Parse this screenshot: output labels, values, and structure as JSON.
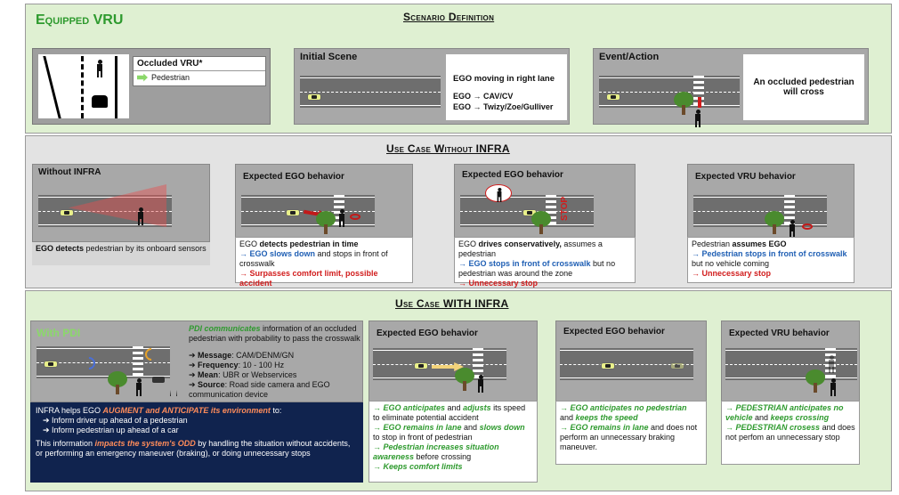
{
  "top": {
    "title": "Equipped VRU",
    "scenario_title": "Scenario Definition",
    "legend_title": "Occluded VRU*",
    "legend_item": "Pedestrian",
    "initial_scene_title": "Initial Scene",
    "initial_scene_text1": "EGO moving in right lane",
    "initial_scene_text2": "EGO → CAV/CV",
    "initial_scene_text3": "EGO → Twizy/Zoe/Gulliver",
    "event_title": "Event/Action",
    "event_text": "An occluded pedestrian will cross"
  },
  "without": {
    "section_title": "Use Case Without INFRA",
    "card1_title": "Without INFRA",
    "card1_text_b": "EGO detects",
    "card1_text_r": " pedestrian by its onboard sensors",
    "card2_title": "Expected EGO behavior",
    "card2_line1_a": "EGO ",
    "card2_line1_b": "detects pedestrian in time",
    "card2_line2_b": "EGO slows down",
    "card2_line2_r": " and stops in front of crosswalk",
    "card2_line3": "Surpasses comfort limit, possible accident",
    "card3_title": "Expected EGO behavior",
    "card3_line1_a": "EGO ",
    "card3_line1_b": "drives conservatively,",
    "card3_line1_c": " assumes a pedestrian",
    "card3_line2_b": "EGO stops in front of crosswalk",
    "card3_line2_r": " but no pedestrian was around the zone",
    "card3_line3": "Unnecessary stop",
    "card4_title": "Expected VRU behavior",
    "card4_line1_a": "Pedestrian ",
    "card4_line1_b": "assumes EGO",
    "card4_line2_b": "Pedestrian stops in front of crosswalk",
    "card4_line2_r": " but no vehicle coming",
    "card4_line3": "Unnecessary stop",
    "stop_sign": "STOP"
  },
  "with": {
    "section_title": "Use Case WITH INFRA",
    "pdi_title": "With PDI",
    "pdi_desc_g": "PDI communicates",
    "pdi_desc_r": " information of an occluded pedestrian with probability to pass the crosswalk",
    "bullets": [
      {
        "label": "Message",
        "value": ": CAM/DENM/GN"
      },
      {
        "label": "Frequency",
        "value": ": 10 - 100 Hz"
      },
      {
        "label": "Mean",
        "value": ": UBR or Webservices"
      },
      {
        "label": "Source",
        "value": ": Road side camera and EGO communication device"
      }
    ],
    "dark_line1_a": "INFRA helps EGO ",
    "dark_line1_b": "AUGMENT and ANTICIPATE its environment",
    "dark_line1_c": " to:",
    "dark_bullet1": "Inform driver up ahead of a pedestrian",
    "dark_bullet2": "Inform pedestrian up ahead of a car",
    "dark_line2_a": "This information ",
    "dark_line2_b": "impacts the system's ODD",
    "dark_line2_c": " by handling the situation without accidents, or performing an emergency maneuver (braking), or doing unnecessary stops",
    "card2_title": "Expected EGO behavior",
    "c2_l1_g": "EGO anticipates",
    "c2_l1_r": " and ",
    "c2_l1_g2": "adjusts",
    "c2_l1_r2": " its speed to eliminate potential accident",
    "c2_l2_g": "EGO remains in lane",
    "c2_l2_r": " and ",
    "c2_l2_g2": "slows down",
    "c2_l2_r2": " to stop in front of pedestrian",
    "c2_l3_g": "Pedestrian increases situation awareness",
    "c2_l3_r": " before crossing",
    "c2_l4_g": "Keeps comfort limits",
    "card3_title": "Expected EGO behavior",
    "c3_l1_g": "EGO anticipates no pedestrian",
    "c3_l1_r": " and ",
    "c3_l1_g2": "keeps the speed",
    "c3_l2_g": "EGO remains in lane",
    "c3_l2_r": " and does not perform an unnecessary braking maneuver.",
    "card4_title": "Expected VRU behavior",
    "c4_l1_g": "PEDESTRIAN anticipates no vehicle",
    "c4_l1_r": " and ",
    "c4_l1_g2": "keeps crossing",
    "c4_l2_g": "PEDESTRIAN crosess",
    "c4_l2_r": " and does not perfom an unnecessary stop"
  },
  "colors": {
    "green_band": "#dff0d2",
    "grey_band": "#e3e3e3",
    "dark_panel": "#10234e",
    "title_green": "#2e9a2e"
  },
  "icons": [
    "car-icon",
    "pedestrian-icon",
    "tree-icon",
    "arrow-right-icon",
    "eye-icon",
    "wifi-icon",
    "camera-icon",
    "antenna-icon"
  ]
}
